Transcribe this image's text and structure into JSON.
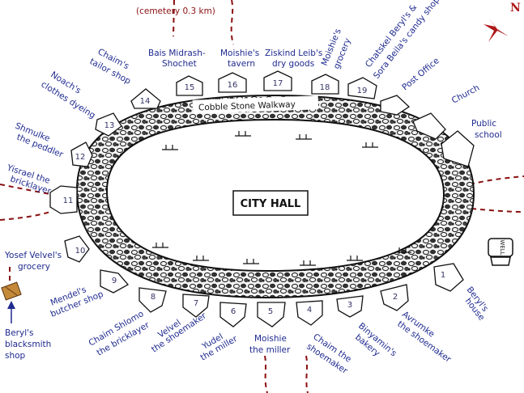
{
  "cemetery_note": "(cemetery 0.3 km)",
  "compass": {
    "letter": "N",
    "color": "#b01818"
  },
  "city_hall": "CITY HALL",
  "walkway": "Cobble Stone Walkway",
  "well": "WELL",
  "colors": {
    "label": "#1f2a8f",
    "road": "#8a1010",
    "cobble": "#2a2a2a"
  },
  "places": {
    "p1": {
      "number": "1",
      "lines": [
        "Beryl's",
        "house"
      ]
    },
    "p2": {
      "number": "2",
      "lines": [
        "Avrumke",
        "the shoemaker"
      ]
    },
    "p3": {
      "number": "3",
      "lines": [
        "Binyamin's",
        "bakery"
      ]
    },
    "p4": {
      "number": "4",
      "lines": [
        "Chaim the",
        "shoemaker"
      ]
    },
    "p5": {
      "number": "5",
      "lines": [
        "Moishie",
        "the miller"
      ]
    },
    "p6": {
      "number": "6",
      "lines": [
        "Yudel",
        "the miller"
      ]
    },
    "p7": {
      "number": "7",
      "lines": [
        "Velvel",
        "the shoemaker"
      ]
    },
    "p8": {
      "number": "8",
      "lines": [
        "Chaim Shlomo",
        "the bricklayer"
      ]
    },
    "p9": {
      "number": "9",
      "lines": [
        "Mendel's",
        "butcher shop"
      ]
    },
    "p10": {
      "number": "10",
      "lines": [
        "Yosef Velvel's",
        "grocery"
      ]
    },
    "p11": {
      "number": "11",
      "lines": [
        "Yisrael the",
        "bricklayer"
      ]
    },
    "p12": {
      "number": "12",
      "lines": [
        "Shmulke",
        "the peddler"
      ]
    },
    "p13": {
      "number": "13",
      "lines": [
        "Noach's",
        "clothes dyeing"
      ]
    },
    "p14": {
      "number": "14",
      "lines": [
        "Chaim's",
        "tailor shop"
      ]
    },
    "p15": {
      "number": "15",
      "lines": [
        "Bais Midrash-",
        "Shochet"
      ]
    },
    "p16": {
      "number": "16",
      "lines": [
        "Moishie's",
        "tavern"
      ]
    },
    "p17": {
      "number": "17",
      "lines": [
        "Ziskind Leib's",
        "dry goods"
      ]
    },
    "p18": {
      "number": "18",
      "lines": [
        "Moishie's",
        "grocery"
      ]
    },
    "p19": {
      "number": "19",
      "lines": [
        "Chatskel Beryl's &",
        "Sora Beila's candy shop"
      ]
    },
    "post_office": {
      "lines": [
        "Post Office"
      ]
    },
    "church": {
      "lines": [
        "Church"
      ]
    },
    "school": {
      "lines": [
        "Public",
        "school"
      ]
    },
    "blacksmith": {
      "lines": [
        "Beryl's",
        "blacksmith",
        "shop"
      ]
    }
  }
}
